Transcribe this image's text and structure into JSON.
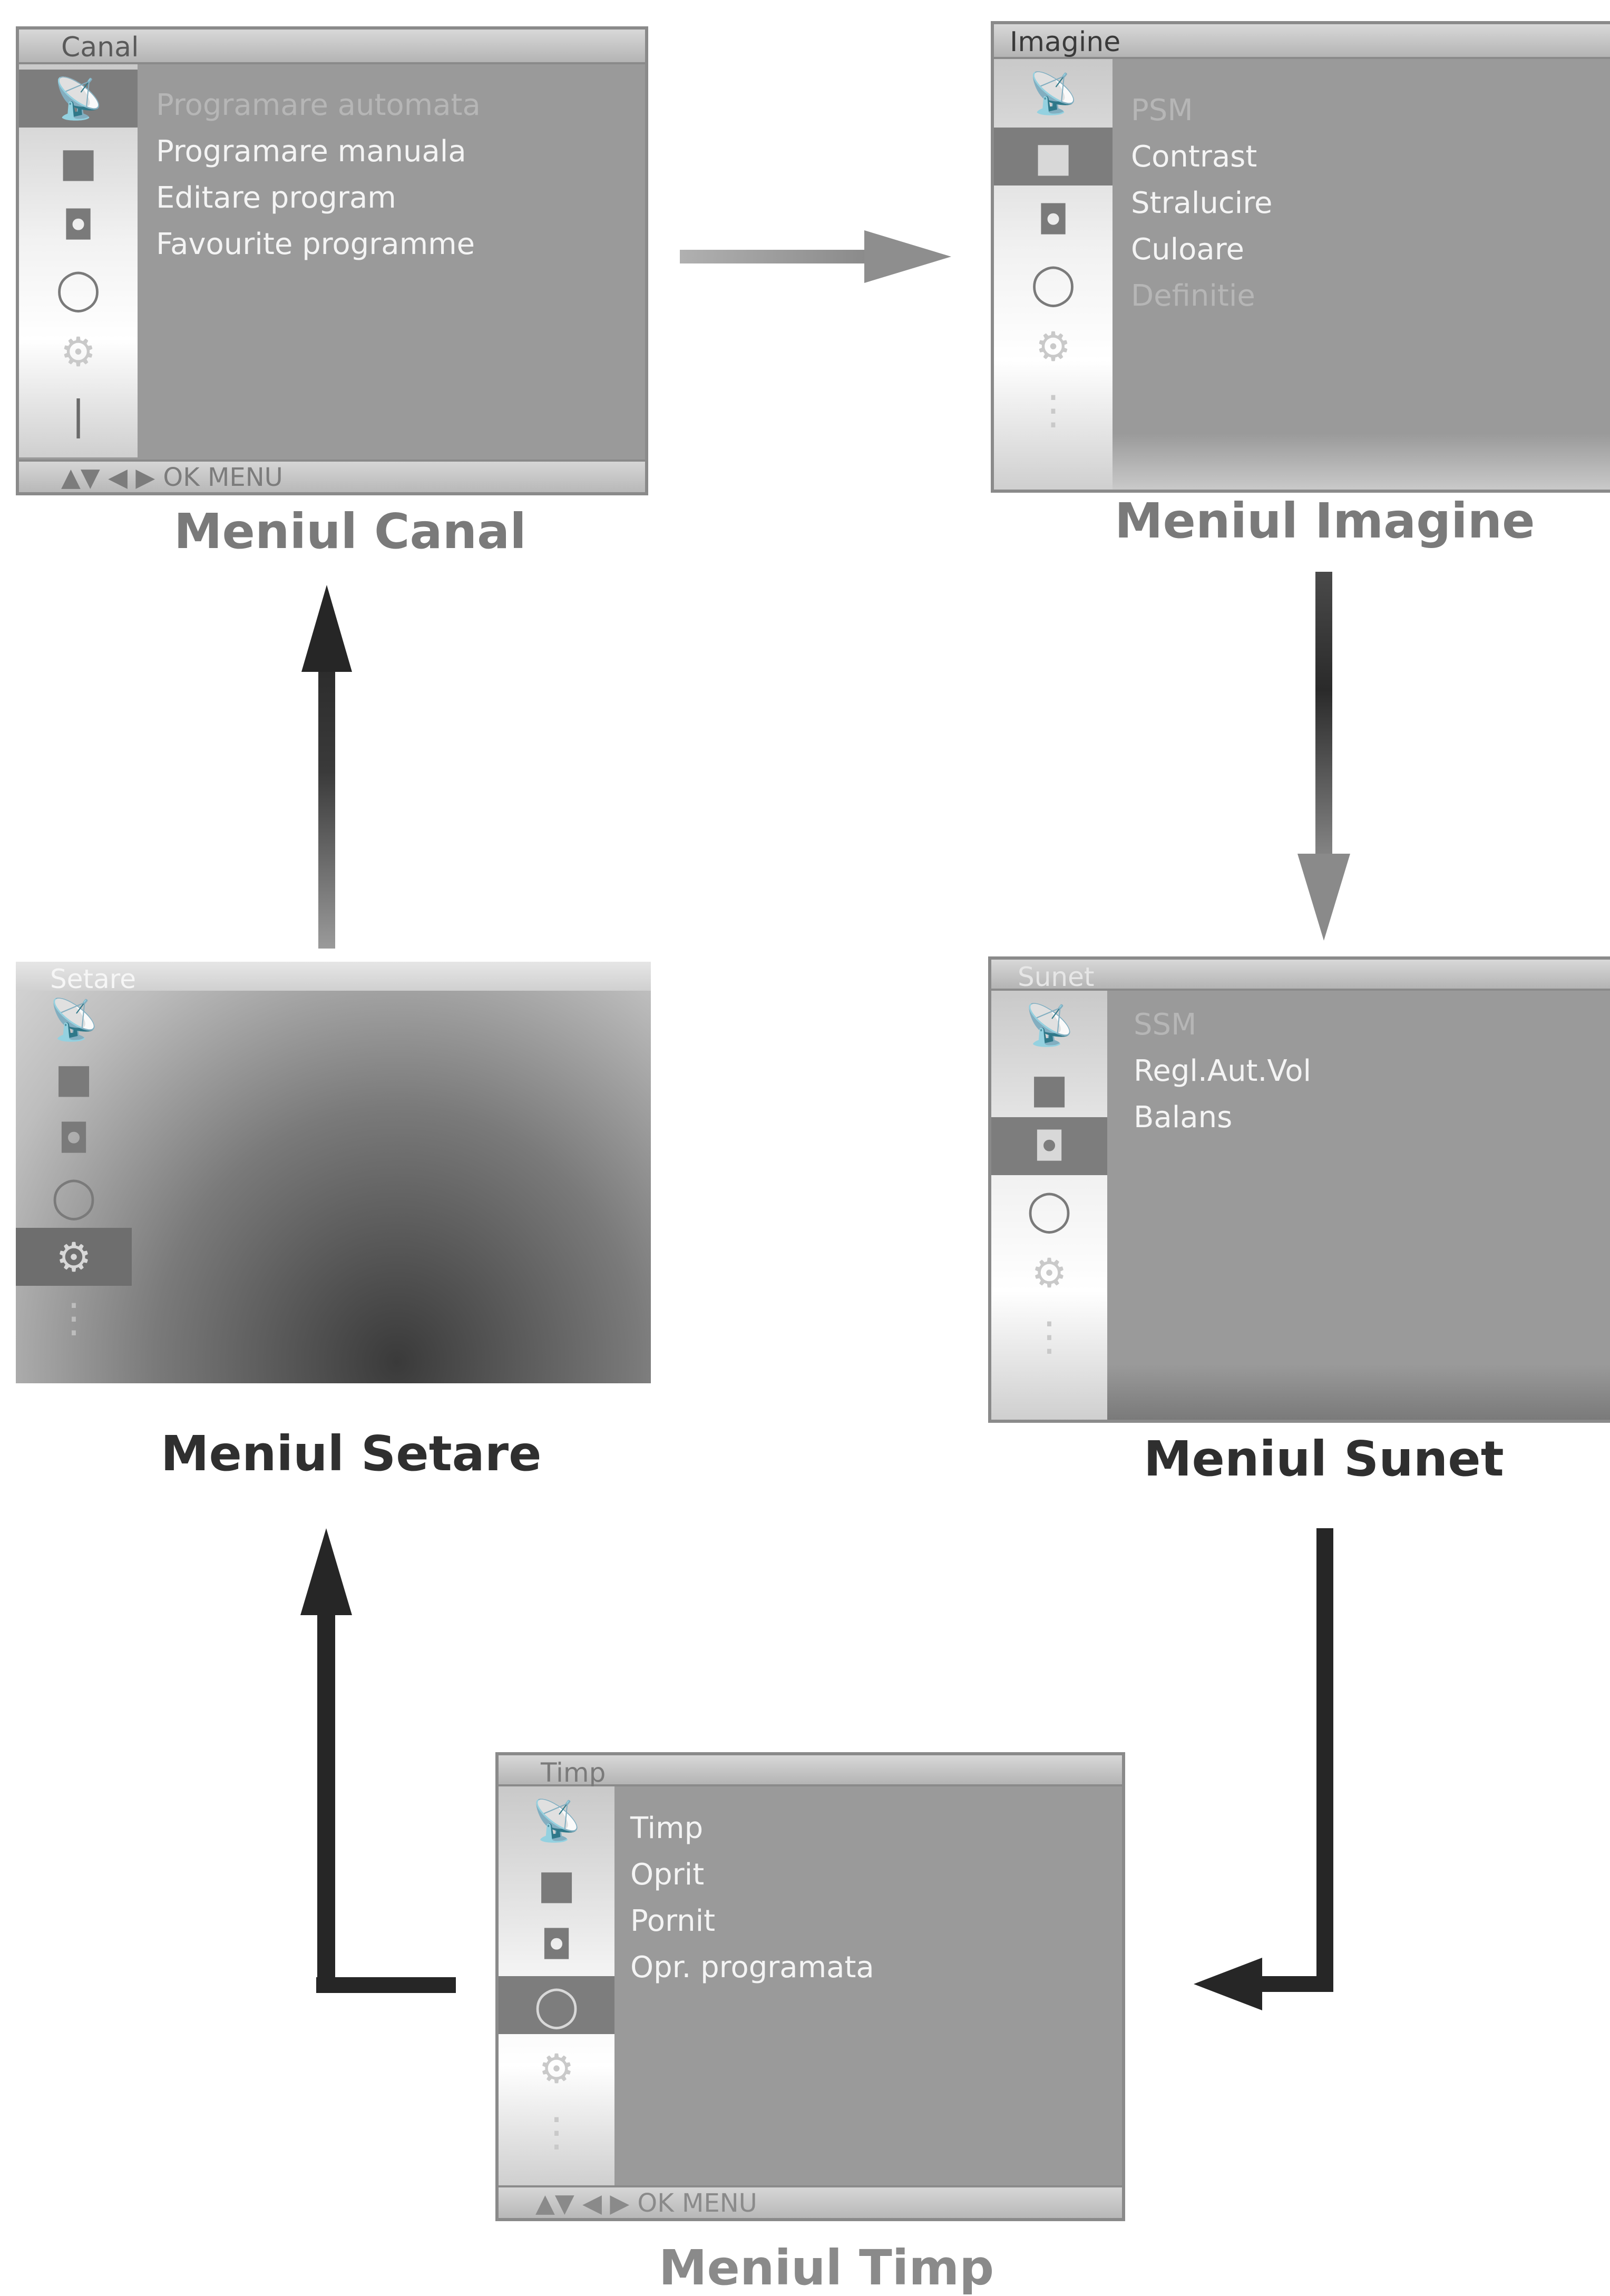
{
  "canal": {
    "title": "Canal",
    "items": [
      "Programare automata",
      "Programare manuala",
      "Editare program",
      "Favourite programme"
    ],
    "footer": "▲▼ ◀ ▶ OK MENU",
    "caption": "Meniul Canal"
  },
  "imagine": {
    "title": "Imagine",
    "items": [
      "PSM",
      "Contrast",
      "Stralucire",
      "Culoare",
      "Definitie"
    ],
    "caption": "Meniul Imagine"
  },
  "sunet": {
    "title": "Sunet",
    "items": [
      "SSM",
      "Regl.Aut.Vol",
      "Balans"
    ],
    "caption": "Meniul Sunet"
  },
  "setare": {
    "title": "Setare",
    "caption": "Meniul Setare"
  },
  "timp": {
    "title": "Timp",
    "items": [
      "Timp",
      "Oprit",
      "Pornit",
      "Opr. programata"
    ],
    "footer": "▲▼ ◀ ▶ OK MENU",
    "caption": "Meniul Timp"
  },
  "icons": [
    "satellite-dish-icon",
    "picture-icon",
    "speaker-icon",
    "clock-icon",
    "setup-icon",
    "lock-icon"
  ],
  "colors": {
    "panel_bg": "#9a9a9a",
    "menu_text": "#f4f4f4",
    "arrow_light": "#9a9a9a",
    "arrow_dark": "#262626"
  }
}
